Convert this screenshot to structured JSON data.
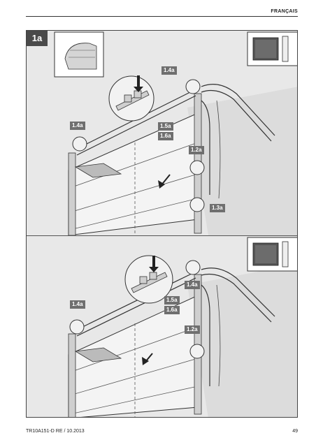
{
  "header": {
    "language": "FRANÇAIS"
  },
  "figure": {
    "label": "1a"
  },
  "panel_top": {
    "tags": [
      "1.4a",
      "1.4a",
      "1.5a",
      "1.6a",
      "1.2a",
      "1.3a"
    ]
  },
  "panel_bottom": {
    "tags": [
      "1.4a",
      "1.4a",
      "1.5a",
      "1.6a",
      "1.2a"
    ]
  },
  "footer": {
    "doc_code": "TR10A151-D  RE / 10.2013",
    "page_number": "49"
  }
}
